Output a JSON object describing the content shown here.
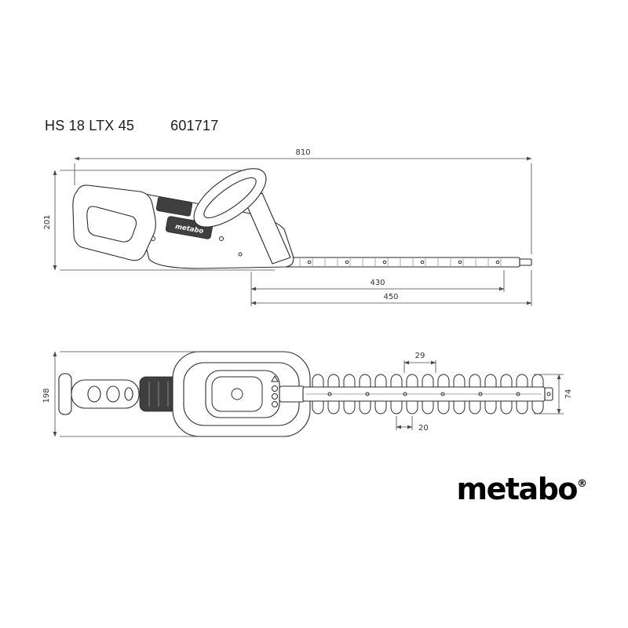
{
  "product": {
    "model": "HS 18 LTX 45",
    "article_number": "601717"
  },
  "side_view": {
    "dim_overall_length": "810",
    "dim_height": "201",
    "dim_cutting_length": "430",
    "dim_blade_length": "450",
    "housing_label": "metabo"
  },
  "top_view": {
    "dim_tooth_opening": "29",
    "dim_overall_width": "198",
    "dim_blade_width": "74",
    "dim_tooth_pitch": "20"
  },
  "branding": {
    "logo_text": "metabo",
    "registered_mark": "®"
  }
}
